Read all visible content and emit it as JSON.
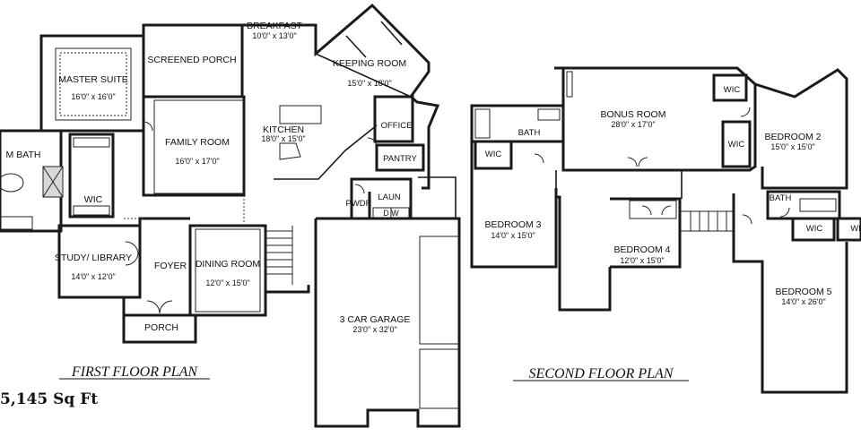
{
  "first_floor": {
    "title": "FIRST FLOOR PLAN",
    "rooms": {
      "master_suite": {
        "name": "MASTER SUITE",
        "dims": "16'0\" x 16'0\""
      },
      "screened_porch": {
        "name": "SCREENED PORCH"
      },
      "breakfast": {
        "name": "BREAKFAST",
        "dims": "10'0\" x 13'0\""
      },
      "keeping_room": {
        "name": "KEEPING ROOM",
        "dims": "15'0\" x 18'0\""
      },
      "family_room": {
        "name": "FAMILY ROOM",
        "dims": "16'0\" x 17'0\""
      },
      "kitchen": {
        "name": "KITCHEN",
        "dims": "18'0\" x 15'0\""
      },
      "office": {
        "name": "OFFICE"
      },
      "pantry": {
        "name": "PANTRY"
      },
      "laun": {
        "name": "LAUN"
      },
      "pwdr": {
        "name": "PWDR"
      },
      "dw": {
        "name": "D W"
      },
      "m_bath": {
        "name": "M BATH"
      },
      "wic": {
        "name": "WIC"
      },
      "study": {
        "name": "STUDY/ LIBRARY",
        "dims": "14'0\" x 12'0\""
      },
      "foyer": {
        "name": "FOYER"
      },
      "dining": {
        "name": "DINING ROOM",
        "dims": "12'0\" x 15'0\""
      },
      "porch": {
        "name": "PORCH"
      },
      "garage": {
        "name": "3 CAR GARAGE",
        "dims": "23'0\" x 32'0\""
      }
    }
  },
  "second_floor": {
    "title": "SECOND FLOOR PLAN",
    "rooms": {
      "bonus": {
        "name": "BONUS ROOM",
        "dims": "28'0\" x 17'0\""
      },
      "bedroom2": {
        "name": "BEDROOM 2",
        "dims": "15'0\" x 15'0\""
      },
      "bedroom3": {
        "name": "BEDROOM 3",
        "dims": "14'0\" x 15'0\""
      },
      "bedroom4": {
        "name": "BEDROOM 4",
        "dims": "12'0\" x 15'0\""
      },
      "bedroom5": {
        "name": "BEDROOM 5",
        "dims": "14'0\" x 26'0\""
      },
      "bath_a": {
        "name": "BATH"
      },
      "bath_b": {
        "name": "BATH"
      },
      "wic_a": {
        "name": "WIC"
      },
      "wic_b": {
        "name": "WIC"
      },
      "wic_c": {
        "name": "WIC"
      },
      "wic_d": {
        "name": "WIC"
      },
      "wic_e": {
        "name": "WI"
      }
    }
  },
  "square_footage": "5,145 Sq Ft"
}
